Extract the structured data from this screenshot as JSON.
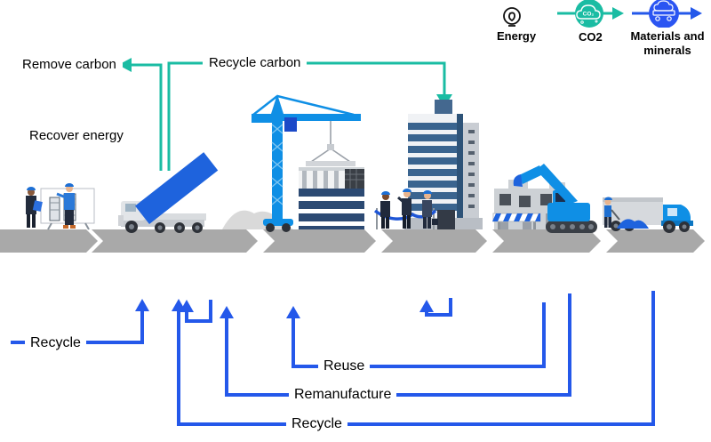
{
  "colors": {
    "teal": "#1ABCA3",
    "flow_blue": "#2458EA",
    "band_gray": "#A9A9A9",
    "machine_blue": "#0F8FE5",
    "deep_blue": "#1E63DD",
    "building_blue": "#3A648F"
  },
  "legend": {
    "items": [
      {
        "label": "Energy",
        "icon": "lightbulb-icon"
      },
      {
        "label": "CO2",
        "icon": "co2-cloud-icon",
        "icon_text": "CO₂"
      },
      {
        "label": "Materials and minerals",
        "icon": "materials-truck-icon"
      }
    ]
  },
  "carbon_flows": {
    "remove_carbon": "Remove carbon",
    "recycle_carbon": "Recycle carbon",
    "recover_energy": "Recover energy"
  },
  "material_flows": {
    "recycle_input": "Recycle",
    "reuse": "Reuse",
    "remanufacture": "Remanufacture",
    "recycle_end_of_life": "Recycle"
  },
  "stages": [
    {
      "icon": "design-planning-scene"
    },
    {
      "icon": "materials-dump-truck-scene"
    },
    {
      "icon": "crane-construction-scene"
    },
    {
      "icon": "building-in-use-scene"
    },
    {
      "icon": "excavator-demolition-scene"
    },
    {
      "icon": "removal-truck-scene"
    }
  ]
}
